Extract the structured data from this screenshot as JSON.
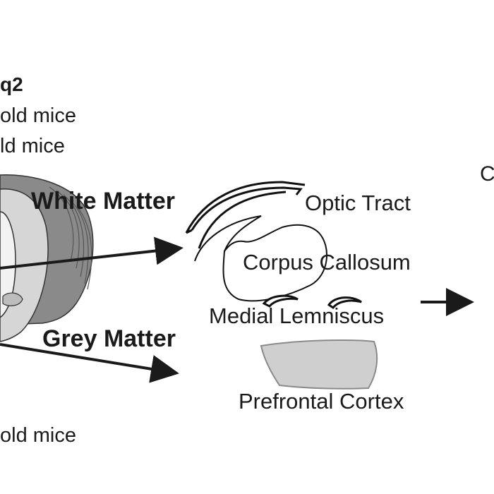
{
  "title_fragment": "q2",
  "legend_fragments": [
    "old mice",
    "ld mice",
    "old mice"
  ],
  "labels": {
    "white_matter": "White Matter",
    "grey_matter": "Grey Matter",
    "optic_tract": "Optic Tract",
    "corpus_callosum": "Corpus Callosum",
    "medial_lemniscus": "Medial Lemniscus",
    "prefrontal_cortex": "Prefrontal Cortex",
    "right_edge_fragment": "C"
  },
  "colors": {
    "dark_grey_region": "#8a8a8a",
    "light_grey_region": "#cfcfcf",
    "region_outline": "#111111",
    "arrow": "#1a1a1a"
  }
}
